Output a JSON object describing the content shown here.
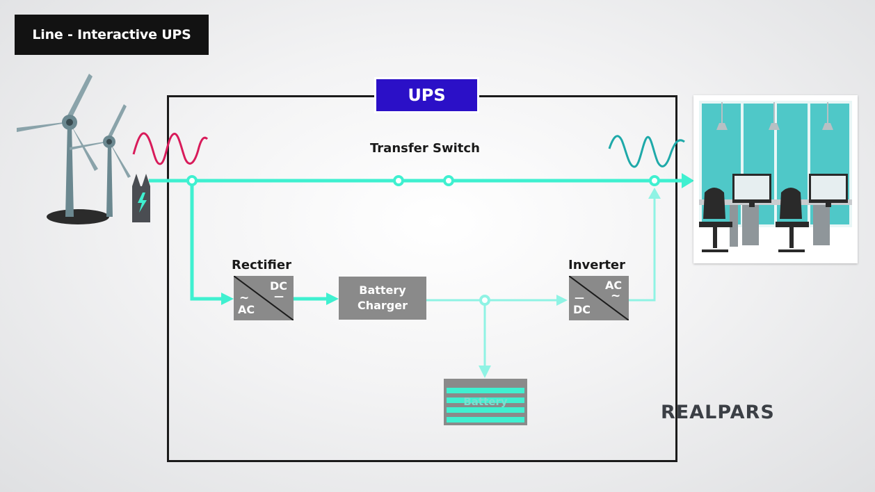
{
  "header": {
    "title": "Line - Interactive UPS"
  },
  "diagram": {
    "ups_label": "UPS",
    "transfer_switch_label": "Transfer Switch",
    "rectifier": {
      "label": "Rectifier",
      "input": "AC",
      "output": "DC"
    },
    "battery_charger": {
      "line1": "Battery",
      "line2": "Charger"
    },
    "inverter": {
      "label": "Inverter",
      "input": "DC",
      "output": "AC"
    },
    "battery_label": "Battery",
    "flow_color": "#3ff0d0",
    "input_wave_color": "#d81b5a",
    "output_wave_color": "#1ea9a9",
    "ups_label_color": "#2b10c7"
  },
  "brand": {
    "name": "REALPARS"
  }
}
